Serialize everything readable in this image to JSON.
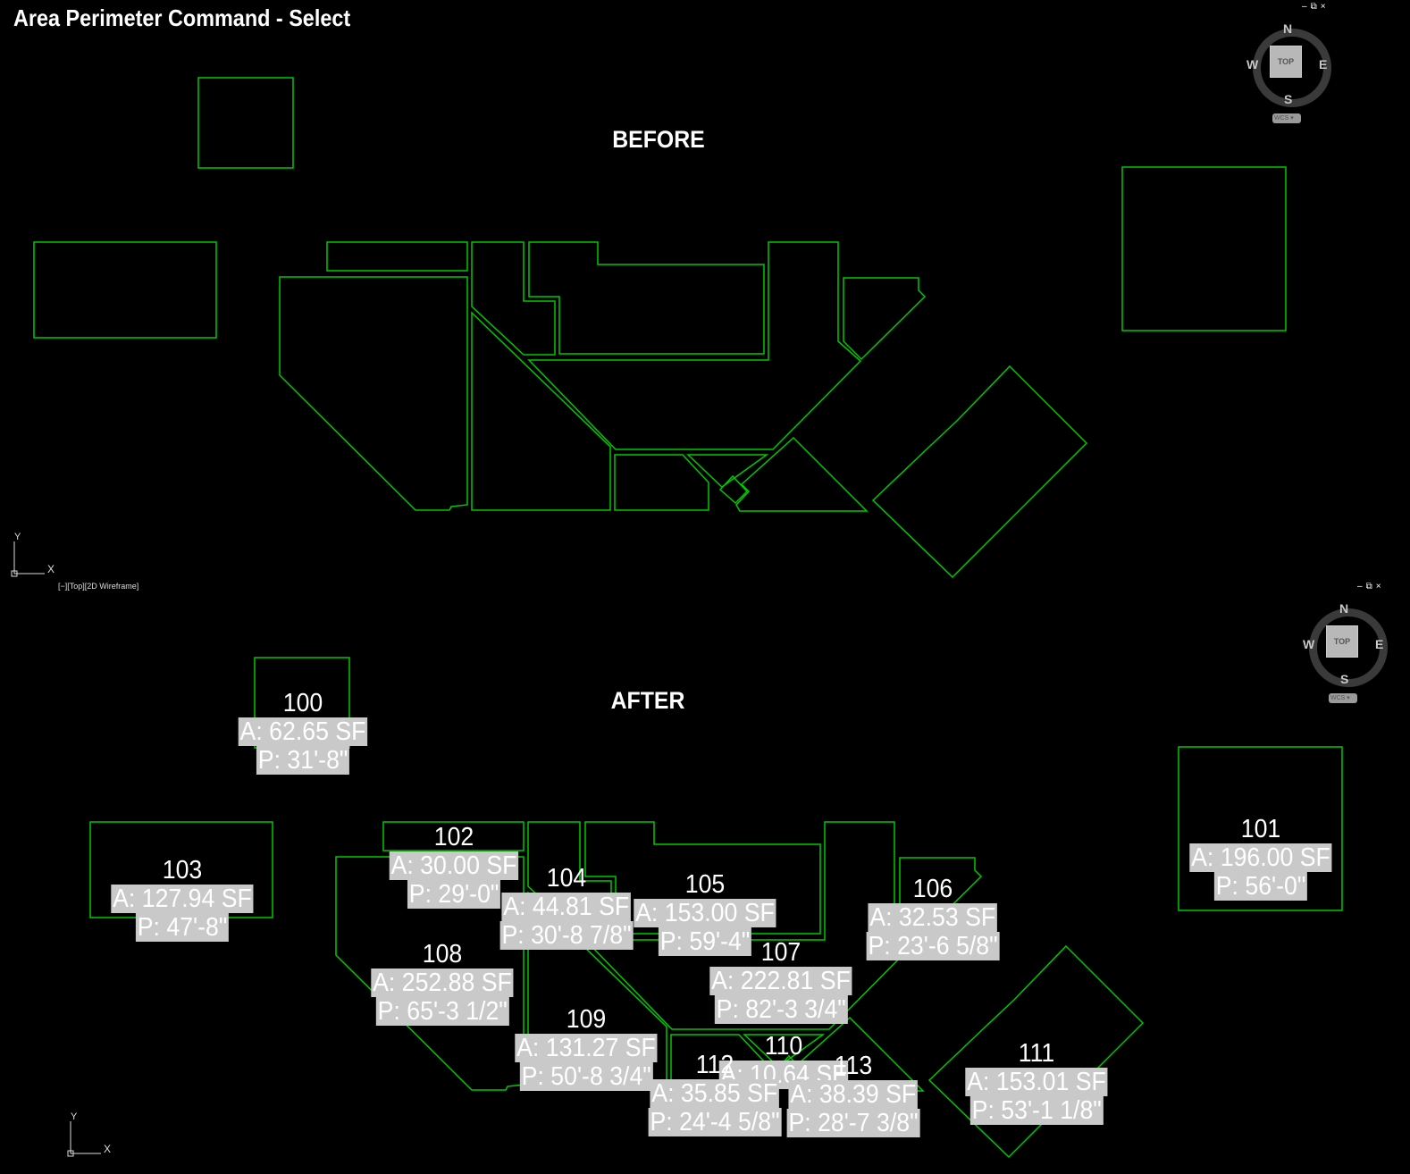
{
  "title": "Area Perimeter Command - Select",
  "headings": {
    "before": "BEFORE",
    "after": "AFTER"
  },
  "viewport_label": "[−][Top][2D Wireframe]",
  "viewcube": {
    "top": "TOP",
    "n": "N",
    "s": "S",
    "e": "E",
    "w": "W",
    "wcs": "WCS ▾"
  },
  "window_controls": {
    "minimize": "–",
    "restore": "⧉",
    "close": "×"
  },
  "ucs": {
    "x": "X",
    "y": "Y"
  },
  "colors": {
    "linework": "#00c800",
    "label_bg": "#c9c9c9"
  },
  "rooms": [
    {
      "number": "100",
      "area": "A: 62.65 SF",
      "perimeter": "P: 31'-8\""
    },
    {
      "number": "101",
      "area": "A: 196.00 SF",
      "perimeter": "P: 56'-0\""
    },
    {
      "number": "102",
      "area": "A: 30.00 SF",
      "perimeter": "P: 29'-0\""
    },
    {
      "number": "103",
      "area": "A: 127.94 SF",
      "perimeter": "P: 47'-8\""
    },
    {
      "number": "104",
      "area": "A: 44.81 SF",
      "perimeter": "P: 30'-8 7/8\""
    },
    {
      "number": "105",
      "area": "A: 153.00 SF",
      "perimeter": "P: 59'-4\""
    },
    {
      "number": "106",
      "area": "A: 32.53 SF",
      "perimeter": "P: 23'-6 5/8\""
    },
    {
      "number": "107",
      "area": "A: 222.81 SF",
      "perimeter": "P: 82'-3 3/4\""
    },
    {
      "number": "108",
      "area": "A: 252.88 SF",
      "perimeter": "P: 65'-3 1/2\""
    },
    {
      "number": "109",
      "area": "A: 131.27 SF",
      "perimeter": "P: 50'-8 3/4\""
    },
    {
      "number": "110",
      "area": "A: 10.64 SF"
    },
    {
      "number": "111",
      "area": "A: 153.01 SF",
      "perimeter": "P: 53'-1 1/8\""
    },
    {
      "number": "112",
      "area": "A: 35.85 SF",
      "perimeter": "P: 24'-4 5/8\""
    },
    {
      "number": "113",
      "area": "A: 38.39 SF",
      "perimeter": "P: 28'-7 3/8\""
    }
  ]
}
